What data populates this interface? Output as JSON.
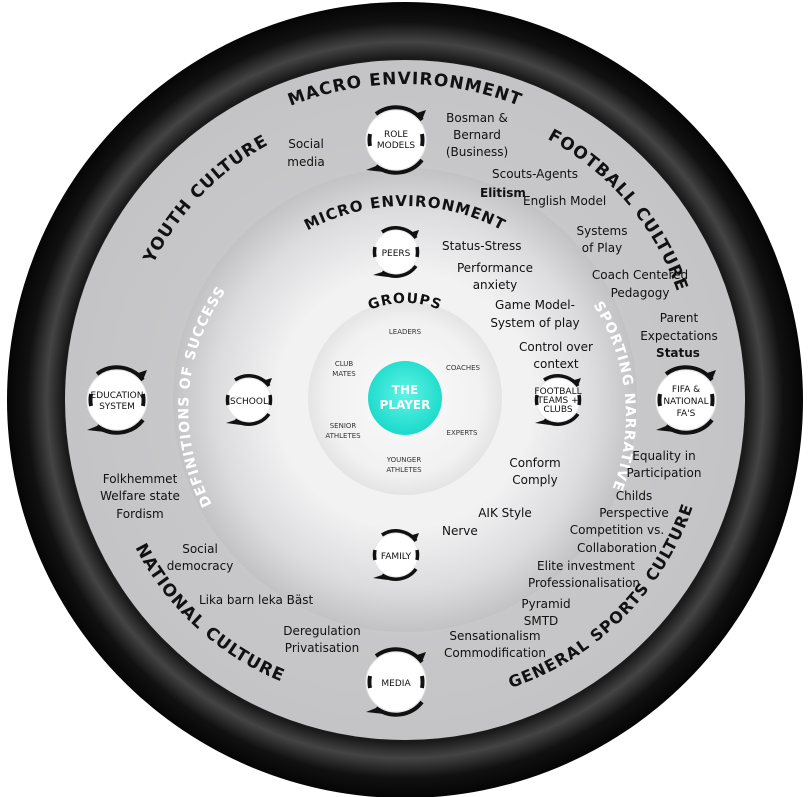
{
  "rings": {
    "macro_title": "MACRO ENVIRONMENT",
    "micro_title": "MICRO ENVIRONMENT",
    "groups_title": "GROUPS",
    "youth_culture": "YOUTH CULTURE",
    "football_culture": "FOOTBALL CULTURE",
    "national_culture": "NATIONAL CULTURE",
    "general_sports_culture": "GENERAL SPORTS CULTURE",
    "definitions_of_success": "DEFINITIONS OF SUCCESS",
    "sporting_narrative": "SPORTING NARRATIVE"
  },
  "center": {
    "line1": "THE",
    "line2": "PLAYER",
    "color": "#2ee6d6"
  },
  "groups": {
    "leaders": "LEADERS",
    "club_mates_1": "CLUB",
    "club_mates_2": "MATES",
    "coaches": "COACHES",
    "senior_1": "SENIOR",
    "senior_2": "ATHLETES",
    "experts": "EXPERTS",
    "younger_1": "YOUNGER",
    "younger_2": "ATHLETES"
  },
  "nodes": {
    "role_models_1": "ROLE",
    "role_models_2": "MODELS",
    "education_1": "EDUCATION",
    "education_2": "SYSTEM",
    "fifa_1": "FIFA &",
    "fifa_2": "NATIONAL",
    "fifa_3": "FA'S",
    "media": "MEDIA",
    "peers": "PEERS",
    "school": "SCHOOL",
    "football_teams_1": "FOOTBALL",
    "football_teams_2": "TEAMS +",
    "football_teams_3": "CLUBS",
    "family": "FAMILY"
  },
  "notes": {
    "social_media_1": "Social",
    "social_media_2": "media",
    "bosman_1": "Bosman &",
    "bosman_2": "Bernard",
    "bosman_3": "(Business)",
    "scouts": "Scouts-Agents",
    "elitism": "Elitism",
    "english_model": "English Model",
    "systems_1": "Systems",
    "systems_2": "of Play",
    "status_stress": "Status-Stress",
    "performance_1": "Performance",
    "performance_2": "anxiety",
    "coach_centered_1": "Coach Centered",
    "coach_centered_2": "Pedagogy",
    "game_model_1": "Game Model-",
    "game_model_2": "System of play",
    "parent_1": "Parent",
    "parent_2": "Expectations",
    "status": "Status",
    "control_1": "Control over",
    "control_2": "context",
    "equality_1": "Equality in",
    "equality_2": "Participation",
    "conform": "Conform",
    "comply": "Comply",
    "folkhemmet": "Folkhemmet",
    "welfare": "Welfare state",
    "fordism": "Fordism",
    "childs_1": "Childs",
    "childs_2": "Perspective",
    "aik": "AIK Style",
    "nerve": "Nerve",
    "competition_1": "Competition vs.",
    "competition_2": "Collaboration",
    "social_dem_1": "Social",
    "social_dem_2": "democracy",
    "elite_investment": "Elite investment",
    "professionalisation": "Professionalisation",
    "lika_barn": "Lika barn leka Bäst",
    "pyramid": "Pyramid",
    "smtd": "SMTD",
    "deregulation": "Deregulation",
    "privatisation": "Privatisation",
    "sensationalism": "Sensationalism",
    "commodification": "Commodification"
  }
}
